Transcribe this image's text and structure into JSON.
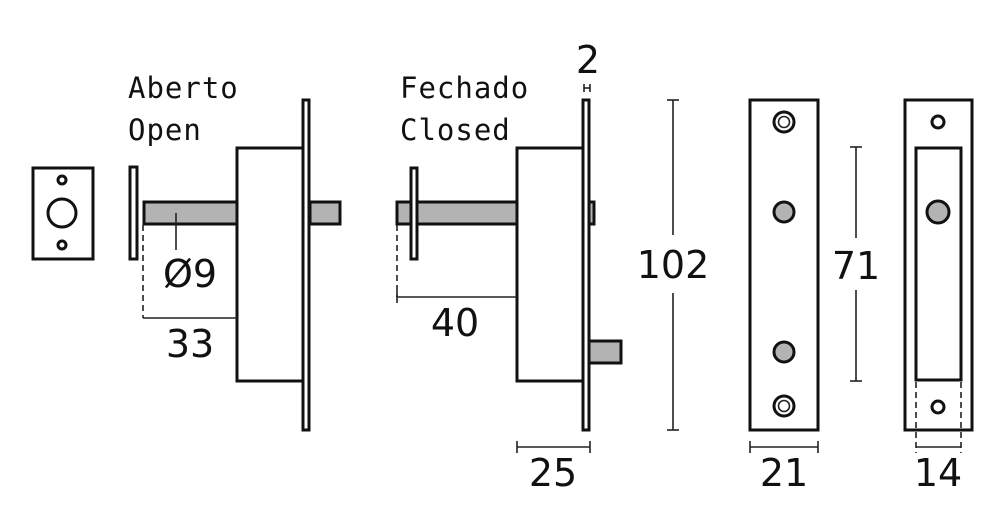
{
  "labels": {
    "open_pt": "Aberto",
    "open_en": "Open",
    "closed_pt": "Fechado",
    "closed_en": "Closed"
  },
  "dimensions": {
    "diameter": "Ø9",
    "open_projection": "33",
    "closed_projection": "40",
    "faceplate_thickness": "2",
    "height": "102",
    "body_depth": "25",
    "hole_spacing": "71",
    "faceplate_width": "21",
    "strike_width": "14"
  },
  "colors": {
    "line": "#111111",
    "fill": "#b3b3b3"
  }
}
